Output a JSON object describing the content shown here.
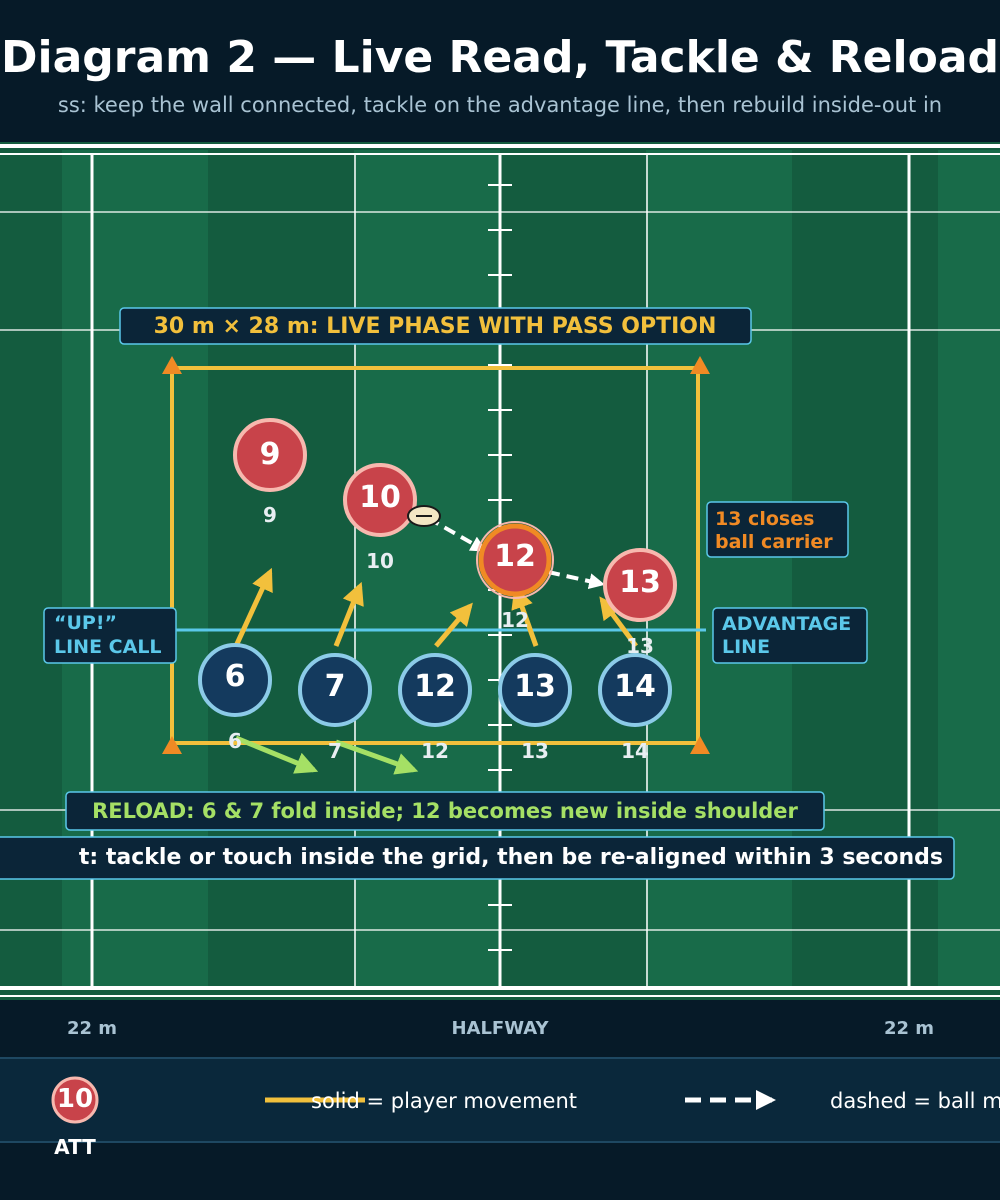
{
  "header": {
    "title": "Diagram 2 — Live Read, Tackle & Reload",
    "subtitle": "ss: keep the wall connected, tackle on the advantage line, then rebuild inside-out in"
  },
  "field": {
    "grid_label": "30 m × 28 m: LIVE PHASE WITH PASS OPTION",
    "up_call": [
      "“UP!”",
      "LINE CALL"
    ],
    "advantage_line": [
      "ADVANTAGE",
      "LINE"
    ],
    "closes_note": [
      "13 closes",
      "ball carrier"
    ],
    "reload_note": "RELOAD: 6 & 7 fold inside; 12 becomes new inside shoulder",
    "target_note": "t: tackle or touch inside the grid, then be re-aligned within 3 seconds"
  },
  "attackers": [
    {
      "number": "9",
      "tag": "9"
    },
    {
      "number": "10",
      "tag": "10"
    },
    {
      "number": "12",
      "tag": "12",
      "ball_carrier": true
    },
    {
      "number": "13",
      "tag": "13"
    }
  ],
  "defenders": [
    {
      "number": "6",
      "tag": "6"
    },
    {
      "number": "7",
      "tag": "7"
    },
    {
      "number": "12",
      "tag": "12"
    },
    {
      "number": "13",
      "tag": "13"
    },
    {
      "number": "14",
      "tag": "14"
    }
  ],
  "axis_labels": {
    "left": "22 m",
    "center": "HALFWAY",
    "right": "22 m"
  },
  "legend": {
    "attacker_number": "10",
    "attacker_label": "ATT",
    "solid_label": "solid = player movement",
    "dashed_label": "dashed = ball m"
  },
  "colors": {
    "attacker": "#c8434a",
    "defender": "#143a5e",
    "movement": "#f2c03c",
    "reload": "#a5e065",
    "advantage": "#5bc8ea",
    "accent_orange": "#f08a24",
    "field_dark": "#145c3f",
    "field_light": "#186b49"
  }
}
